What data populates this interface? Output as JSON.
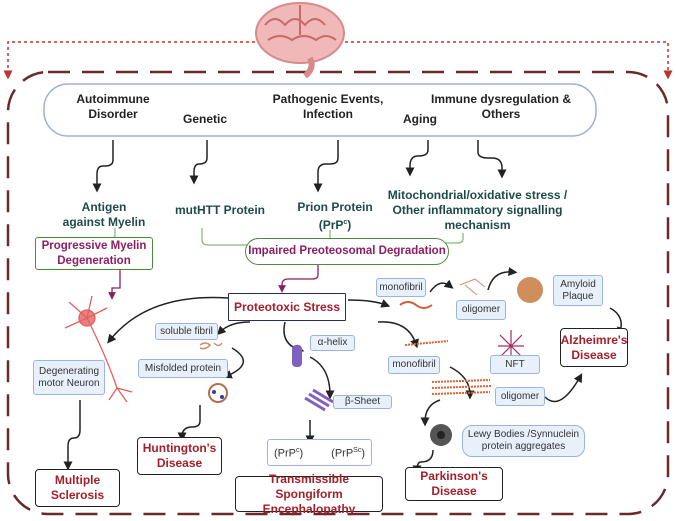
{
  "causes": {
    "autoimmune": "Autoimmune Disorder",
    "genetic": "Genetic",
    "pathogenic": "Pathogenic Events, Infection",
    "aging": "Aging",
    "immune": "Immune dysregulation & Others"
  },
  "intermediates": {
    "antigen": "Antigen against Myelin",
    "muthtt": "mutHTT Protein",
    "prion": "Prion Protein",
    "prion_sym": "(PrP",
    "prion_sup": "c",
    "prion_close": ")",
    "mito": "Mitochondrial/oxidative stress / Other  inflammatory signalling mechanism"
  },
  "processes": {
    "myelin": "Progressive Myelin Degeneration",
    "impaired": "Impaired Preoteosomal Degradation",
    "proteotoxic": "Proteotoxic Stress"
  },
  "labels": {
    "monofibril1": "monofibril",
    "oligomer1": "oligomer",
    "amyloid": "Amyloid Plaque",
    "soluble": "soluble fibril",
    "alpha": "α-helix",
    "misfolded": "Misfolded protein",
    "degenerating": "Degenerating motor Neuron",
    "monofibril2": "monofibril",
    "nft": "NFT",
    "oligomer2": "oligomer",
    "beta": "β-Sheet",
    "lewy": "Lewy Bodies /Synnuclein protein aggregates",
    "prpc": "(PrP",
    "prpc_sup": "c",
    "prpsc": "(PrP",
    "prpsc_sup": "Sc",
    "close": ")"
  },
  "diseases": {
    "alzheimer": "Alzheimre's Disease",
    "huntington": "Huntington's Disease",
    "ms": "Multiple Sclerosis",
    "tse": "Transmissible Spongiform Encephalopathy",
    "parkinson": "Parkinson's Disease"
  },
  "colors": {
    "frame": "#6b2a2a",
    "disease_text": "#a31f2a",
    "process_text": "#8b2060",
    "green_arrow": "#4f8a3c",
    "label_fill": "#e8f0fb"
  }
}
